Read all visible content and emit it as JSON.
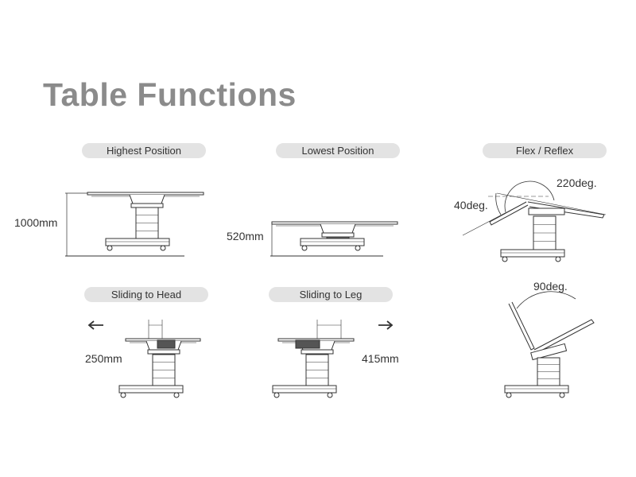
{
  "title": "Table Functions",
  "panels": {
    "highest": {
      "label": "Highest Position",
      "measure": "1000mm"
    },
    "lowest": {
      "label": "Lowest Position",
      "measure": "520mm"
    },
    "flex": {
      "label": "Flex / Reflex",
      "angle_back": "40deg.",
      "angle_total": "220deg."
    },
    "slide_head": {
      "label": "Sliding to Head",
      "measure": "250mm"
    },
    "slide_leg": {
      "label": "Sliding to Leg",
      "measure": "415mm"
    },
    "tilt": {
      "angle": "90deg."
    }
  }
}
